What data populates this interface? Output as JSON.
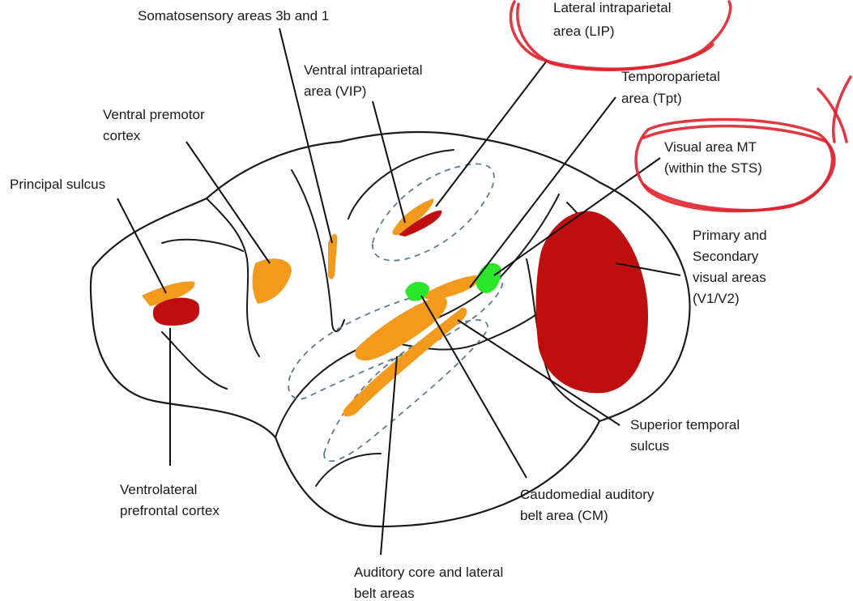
{
  "labels": {
    "somatosensory": "Somatosensory areas 3b and 1",
    "lip_1": "Lateral intraparietal",
    "lip_2": "area (LIP)",
    "vip_1": "Ventral intraparietal",
    "vip_2": "area (VIP)",
    "tpt_1": "Temporoparietal",
    "tpt_2": "area (Tpt)",
    "premotor_1": "Ventral premotor",
    "premotor_2": "cortex",
    "mt_1": "Visual area MT",
    "mt_2": "(within the STS)",
    "principal": "Principal sulcus",
    "v1v2_1": "Primary and",
    "v1v2_2": "Secondary",
    "v1v2_3": "visual areas",
    "v1v2_4": "(V1/V2)",
    "sts_1": "Superior temporal",
    "sts_2": "sulcus",
    "vlpfc_1": "Ventrolateral",
    "vlpfc_2": "prefrontal cortex",
    "cm_1": "Caudomedial auditory",
    "cm_2": "belt area (CM)",
    "aud_1": "Auditory core and lateral",
    "aud_2": "belt areas"
  },
  "colors": {
    "orange": "#f39a1d",
    "dark_red": "#c00d0d",
    "green": "#2ce62c",
    "annotation_red": "#e0212e"
  }
}
